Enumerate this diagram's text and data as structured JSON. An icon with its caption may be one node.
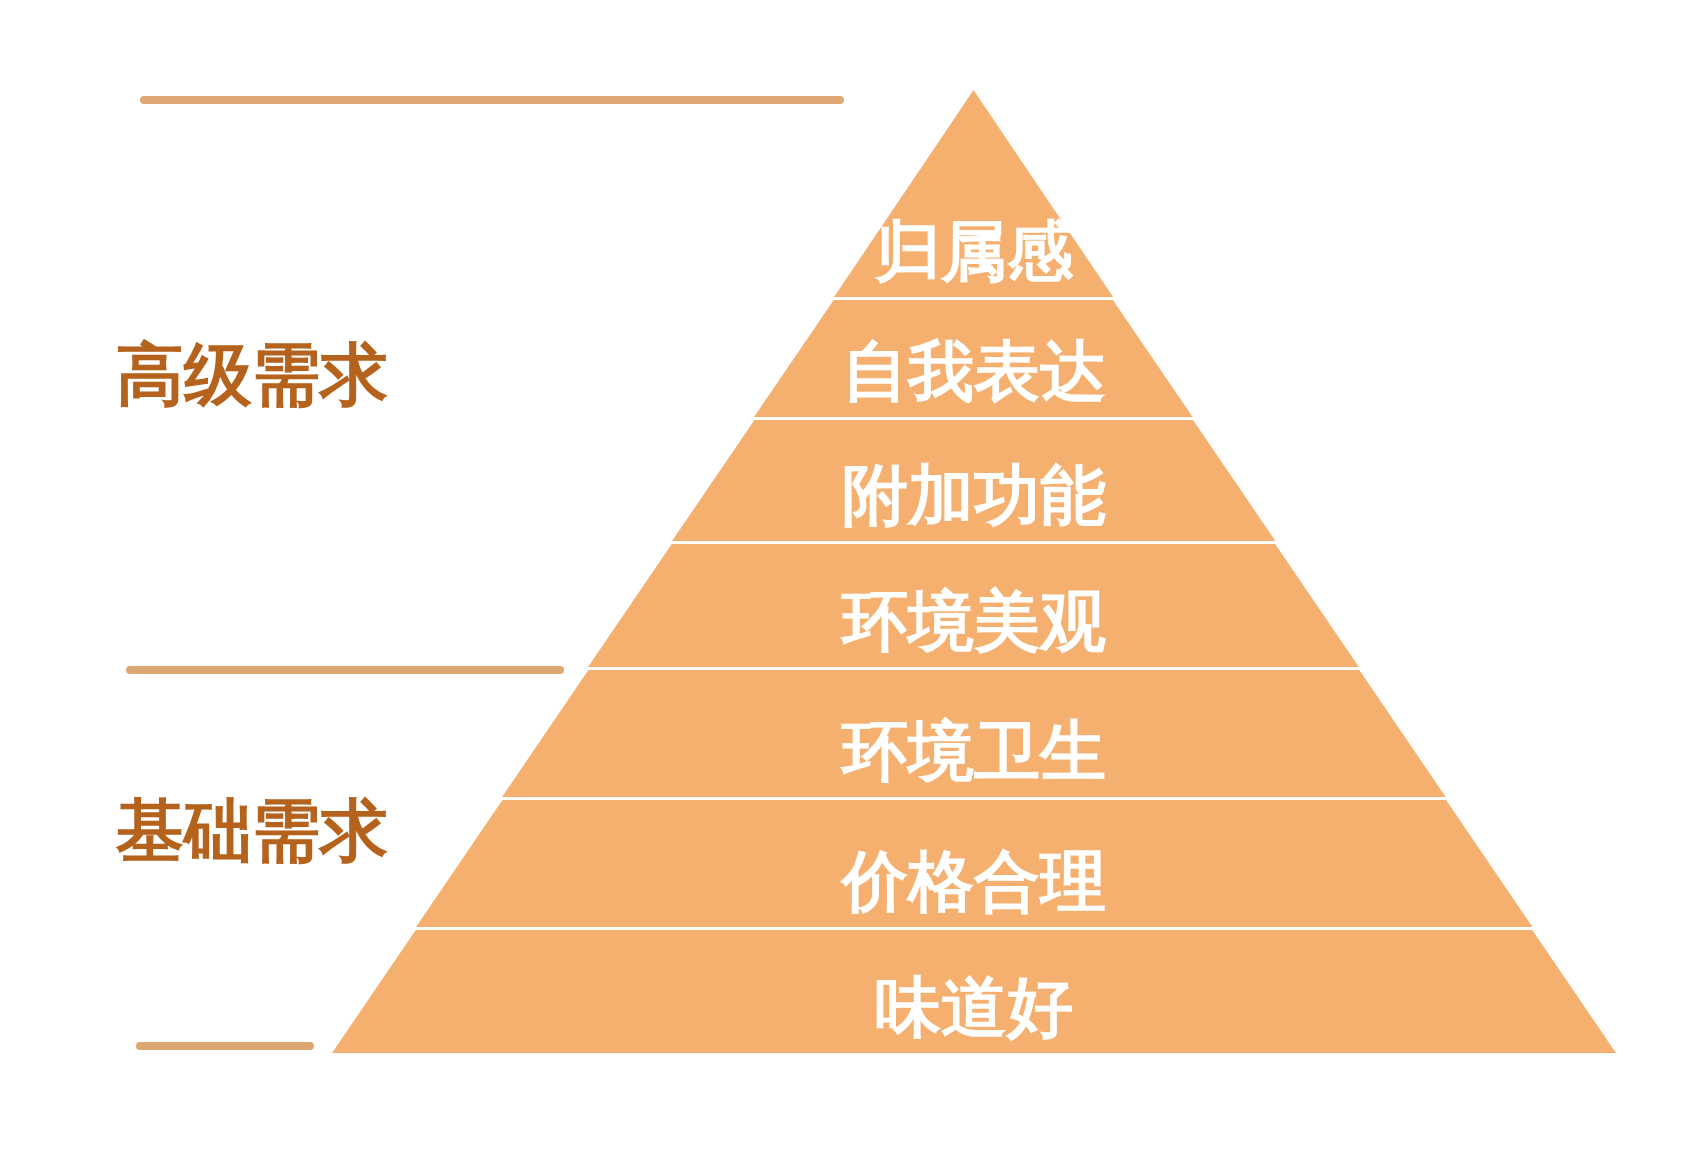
{
  "diagram": {
    "nodes": [
      {
        "text": [
          "归属感"
        ]
      },
      {
        "text": [
          "自我表达"
        ]
      },
      {
        "text": [
          "附加功能"
        ]
      },
      {
        "text": [
          "环境美观"
        ]
      },
      {
        "text": [
          "环境卫生"
        ]
      },
      {
        "text": [
          "价格合理"
        ]
      },
      {
        "text": [
          "味道好"
        ]
      }
    ],
    "labels": [
      "高级需求",
      "基础需求"
    ]
  }
}
